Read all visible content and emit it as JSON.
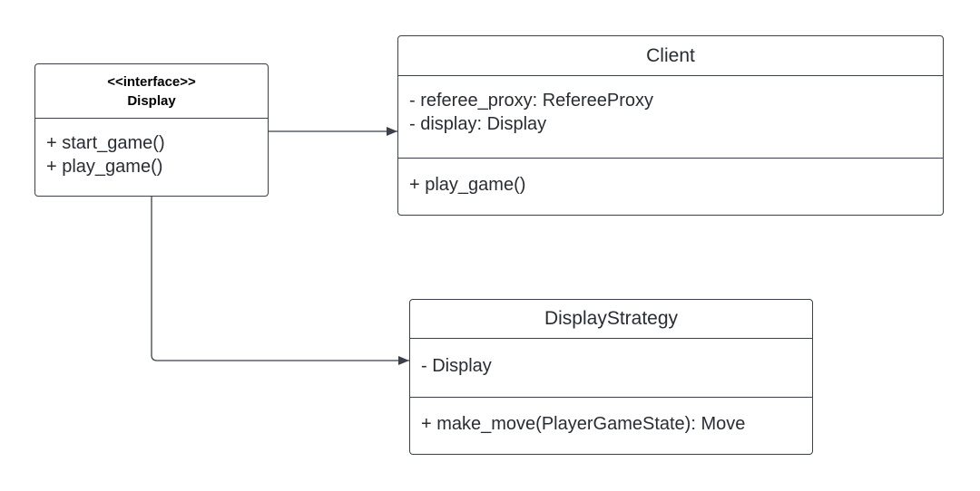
{
  "diagram": {
    "line_color": "#3a414a",
    "classes": {
      "display": {
        "stereotype": "<<interface>>",
        "name": "Display",
        "operations": [
          "+ start_game()",
          "+ play_game()"
        ]
      },
      "client": {
        "name": "Client",
        "attributes": [
          "- referee_proxy: RefereeProxy",
          "- display: Display"
        ],
        "operations": [
          "+ play_game()"
        ]
      },
      "strategy": {
        "name": "DisplayStrategy",
        "attributes": [
          "- Display"
        ],
        "operations": [
          "+ make_move(PlayerGameState): Move"
        ]
      }
    },
    "relations": [
      {
        "from": "Display",
        "to": "Client",
        "type": "association-arrow"
      },
      {
        "from": "Display",
        "to": "DisplayStrategy",
        "type": "association-arrow"
      }
    ]
  }
}
